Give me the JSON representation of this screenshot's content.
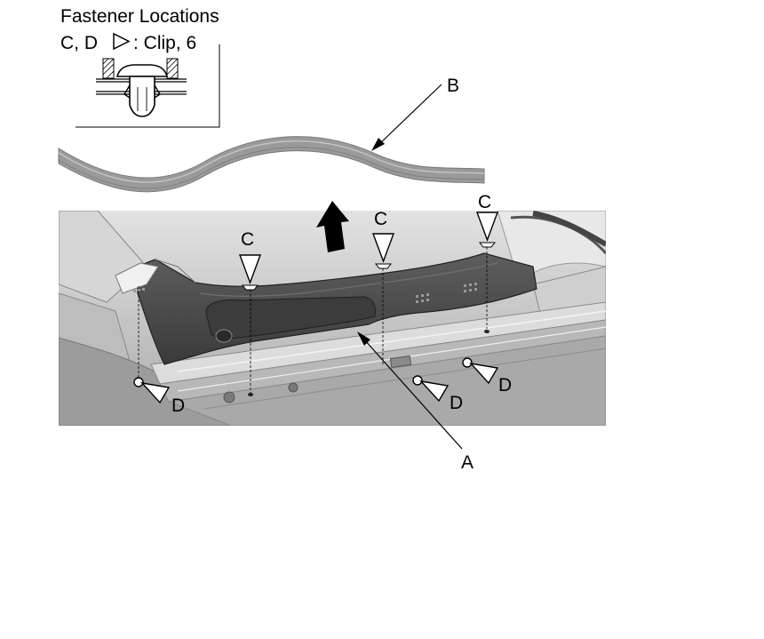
{
  "header": {
    "title": "Fastener Locations",
    "legend_prefix": "C, D",
    "legend_suffix": ": Clip, 6"
  },
  "callouts": {
    "a": "A",
    "b": "B",
    "c": "C",
    "d": "D"
  },
  "icons": {
    "legend_marker": "triangle-right-icon",
    "lift_arrow": "arrow-up-icon",
    "clip_detail": "push-clip-icon"
  },
  "colors": {
    "line": "#000000",
    "trim": "#4a4a4a",
    "trim_strip": "#9a9a9a",
    "body": "#c8c8c8"
  }
}
